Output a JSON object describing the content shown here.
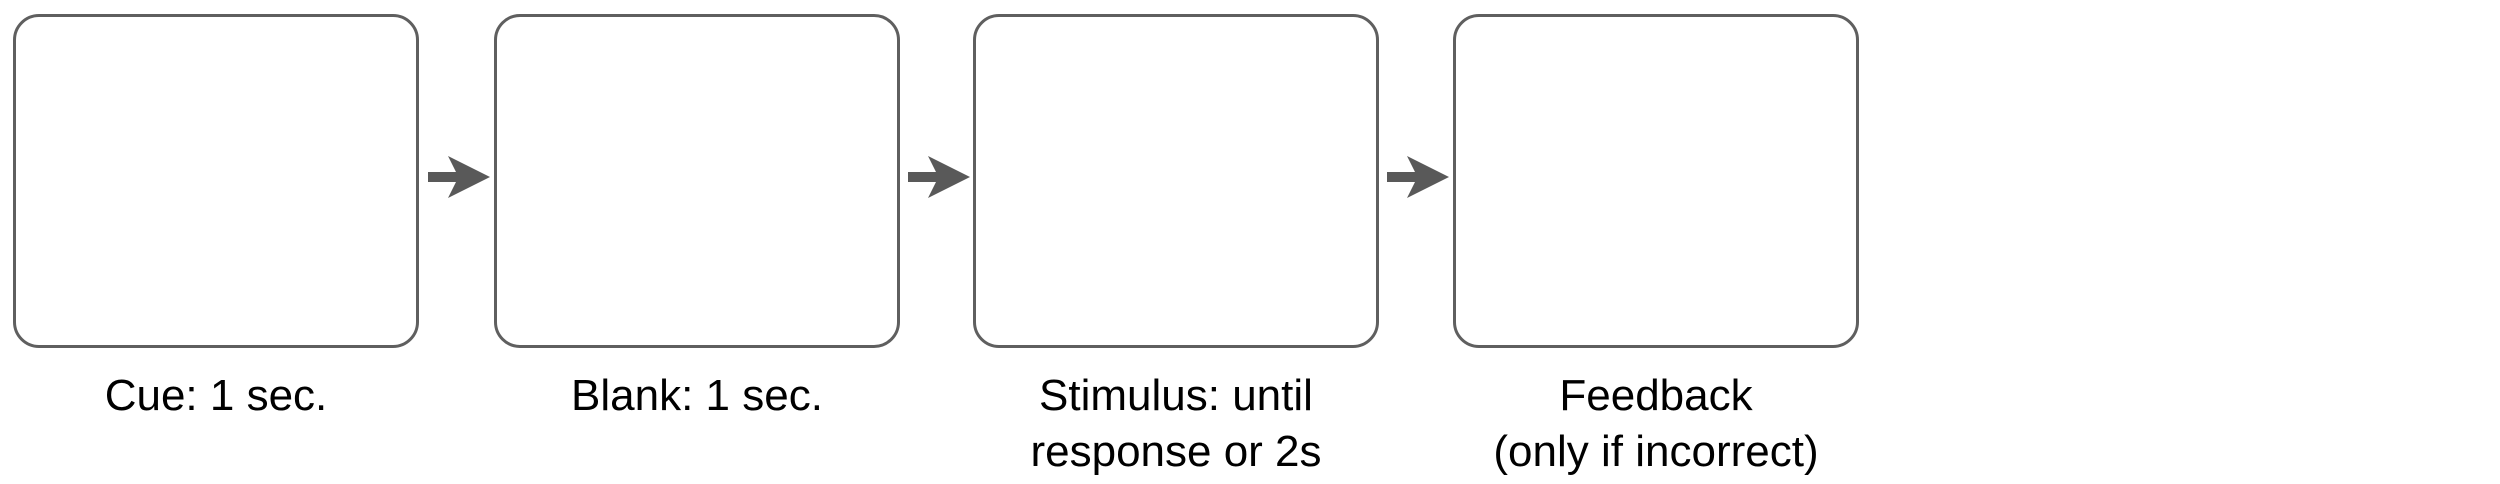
{
  "diagram": {
    "stages": [
      {
        "lines": [
          "Cue: 1 sec."
        ]
      },
      {
        "lines": [
          "Blank: 1 sec."
        ]
      },
      {
        "lines": [
          "Stimulus: until",
          "response or 2s"
        ]
      },
      {
        "lines": [
          "Feedback",
          "(only if incorrect)"
        ]
      }
    ],
    "colors": {
      "frame_border": "#5f5f5f",
      "arrow": "#595959",
      "text": "#000000",
      "background": "#ffffff"
    }
  }
}
